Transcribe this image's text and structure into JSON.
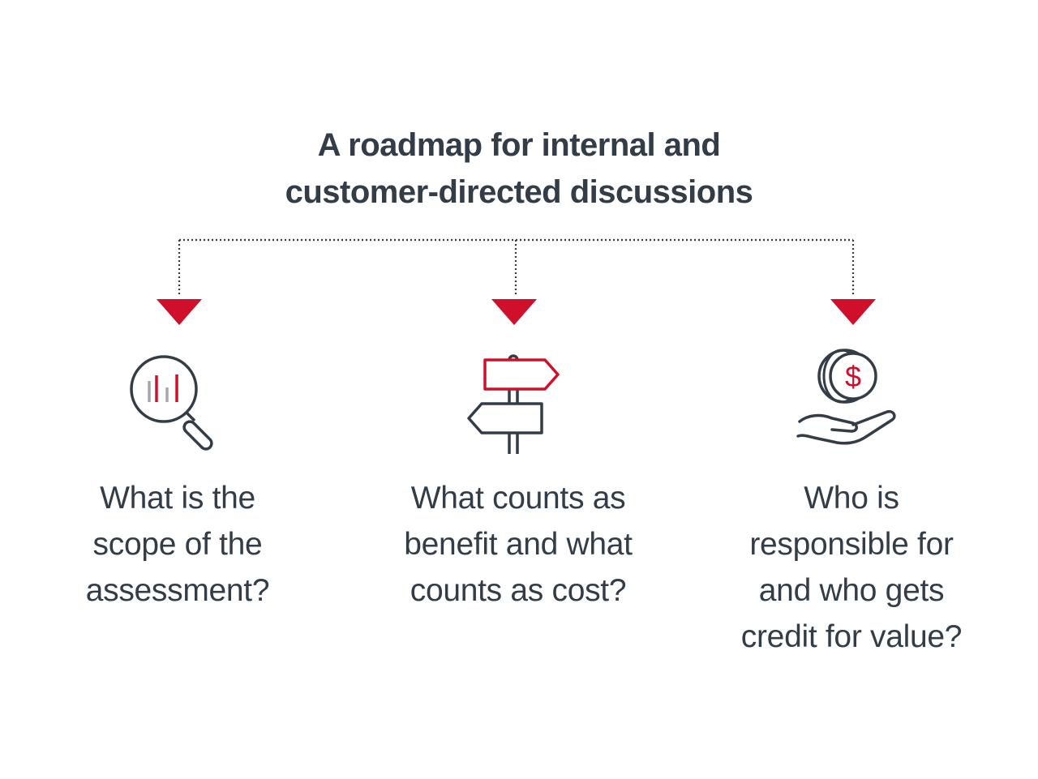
{
  "title": {
    "line1": "A roadmap for internal and",
    "line2": "customer-directed discussions"
  },
  "colors": {
    "text": "#333d47",
    "accent": "#d0102a",
    "gray": "#a5a9ad",
    "dots": "#333d47"
  },
  "columns": [
    {
      "icon": "magnifying-glass-chart-icon",
      "lines": [
        "What is the",
        "scope of the",
        "assessment?"
      ]
    },
    {
      "icon": "signpost-icon",
      "lines": [
        "What counts as",
        "benefit and what",
        "counts as cost?"
      ]
    },
    {
      "icon": "hand-coin-dollar-icon",
      "lines": [
        "Who is",
        "responsible for",
        "and who gets",
        "credit for value?"
      ]
    }
  ]
}
